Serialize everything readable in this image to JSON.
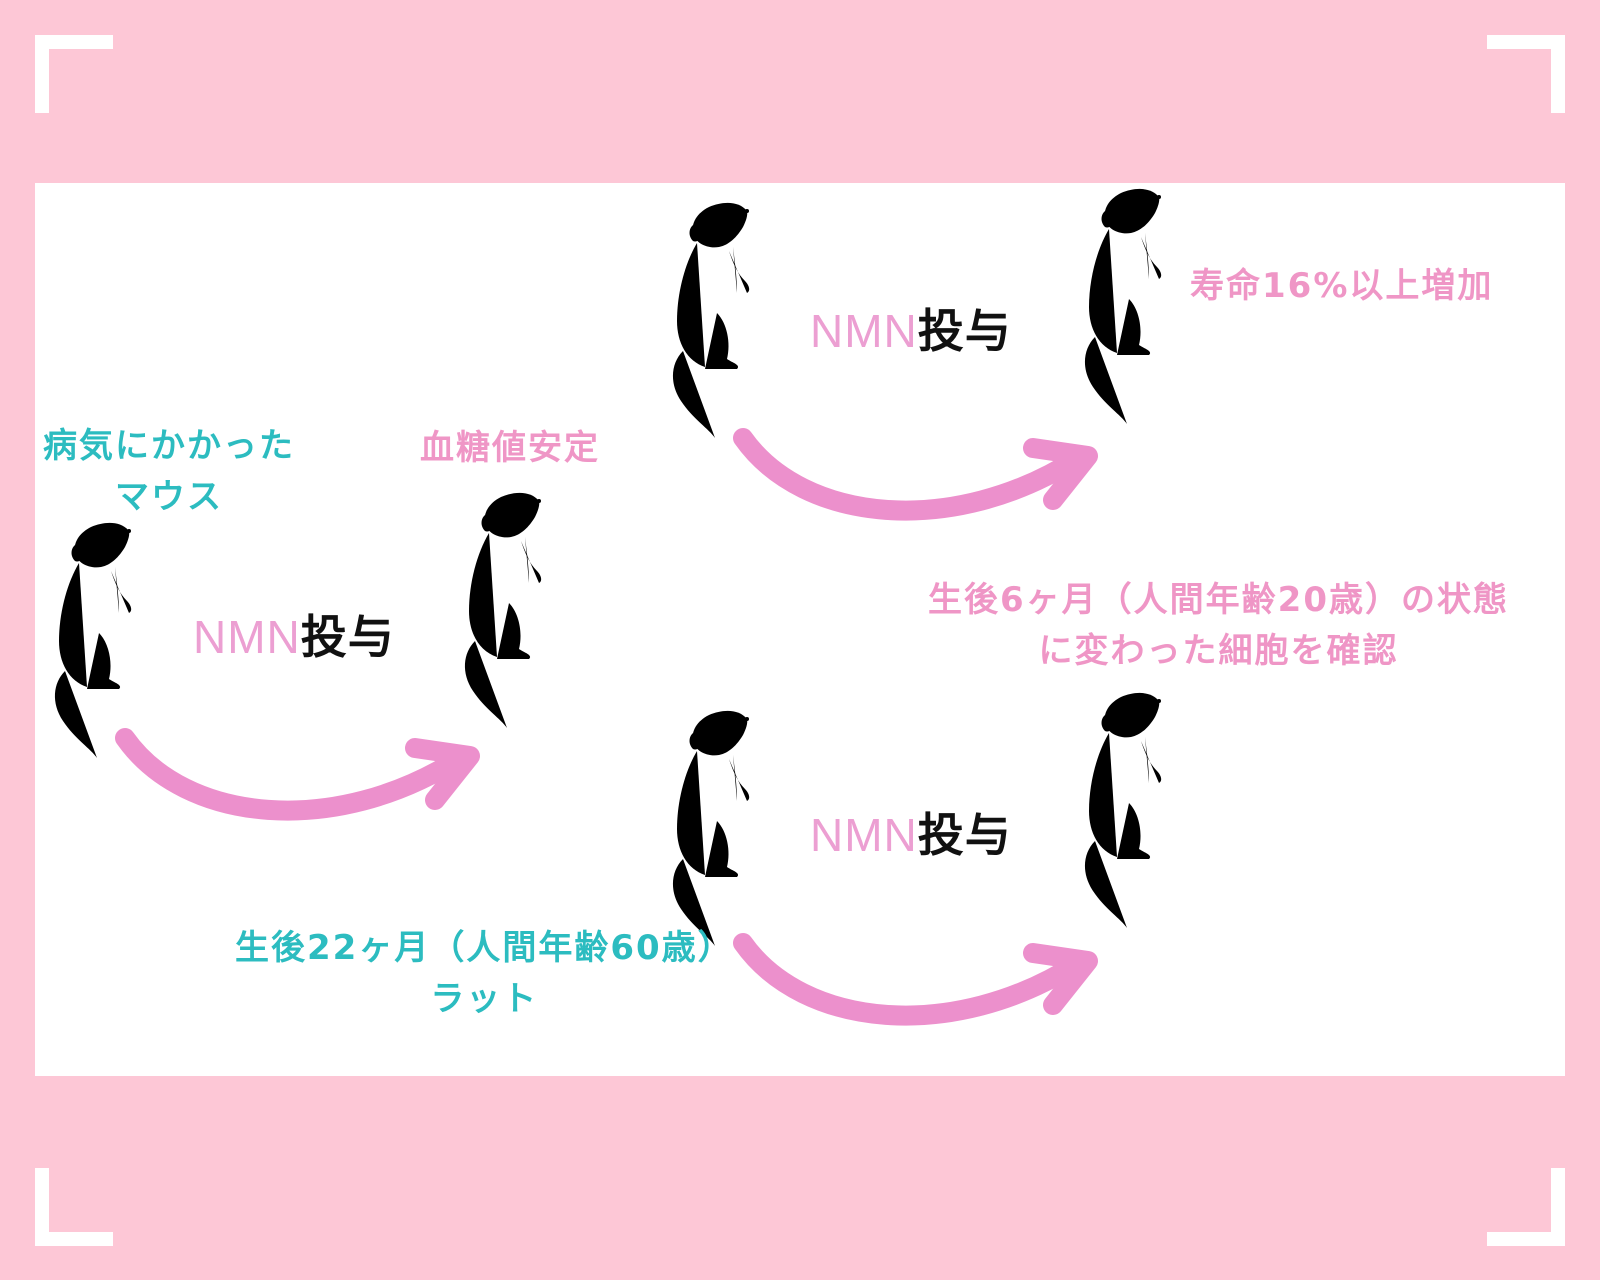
{
  "colors": {
    "background": "#fdc7d6",
    "panel": "#ffffff",
    "teal": "#2cbcc0",
    "pink": "#ef96c6",
    "arrow": "#ec90cc",
    "black": "#111111"
  },
  "diagram": {
    "sick_mouse": {
      "line1": "病気にかかった",
      "line2": "マウス"
    },
    "aged_rat": {
      "line1": "生後22ヶ月（人間年齢60歳）",
      "line2": "ラット"
    },
    "administration": {
      "nmn": "NMN",
      "verb": "投与"
    },
    "results": {
      "blood_sugar": "血糖値安定",
      "lifespan": "寿命16%以上増加",
      "cells_line1": "生後6ヶ月（人間年齢20歳）の状態",
      "cells_line2": "に変わった細胞を確認"
    }
  }
}
